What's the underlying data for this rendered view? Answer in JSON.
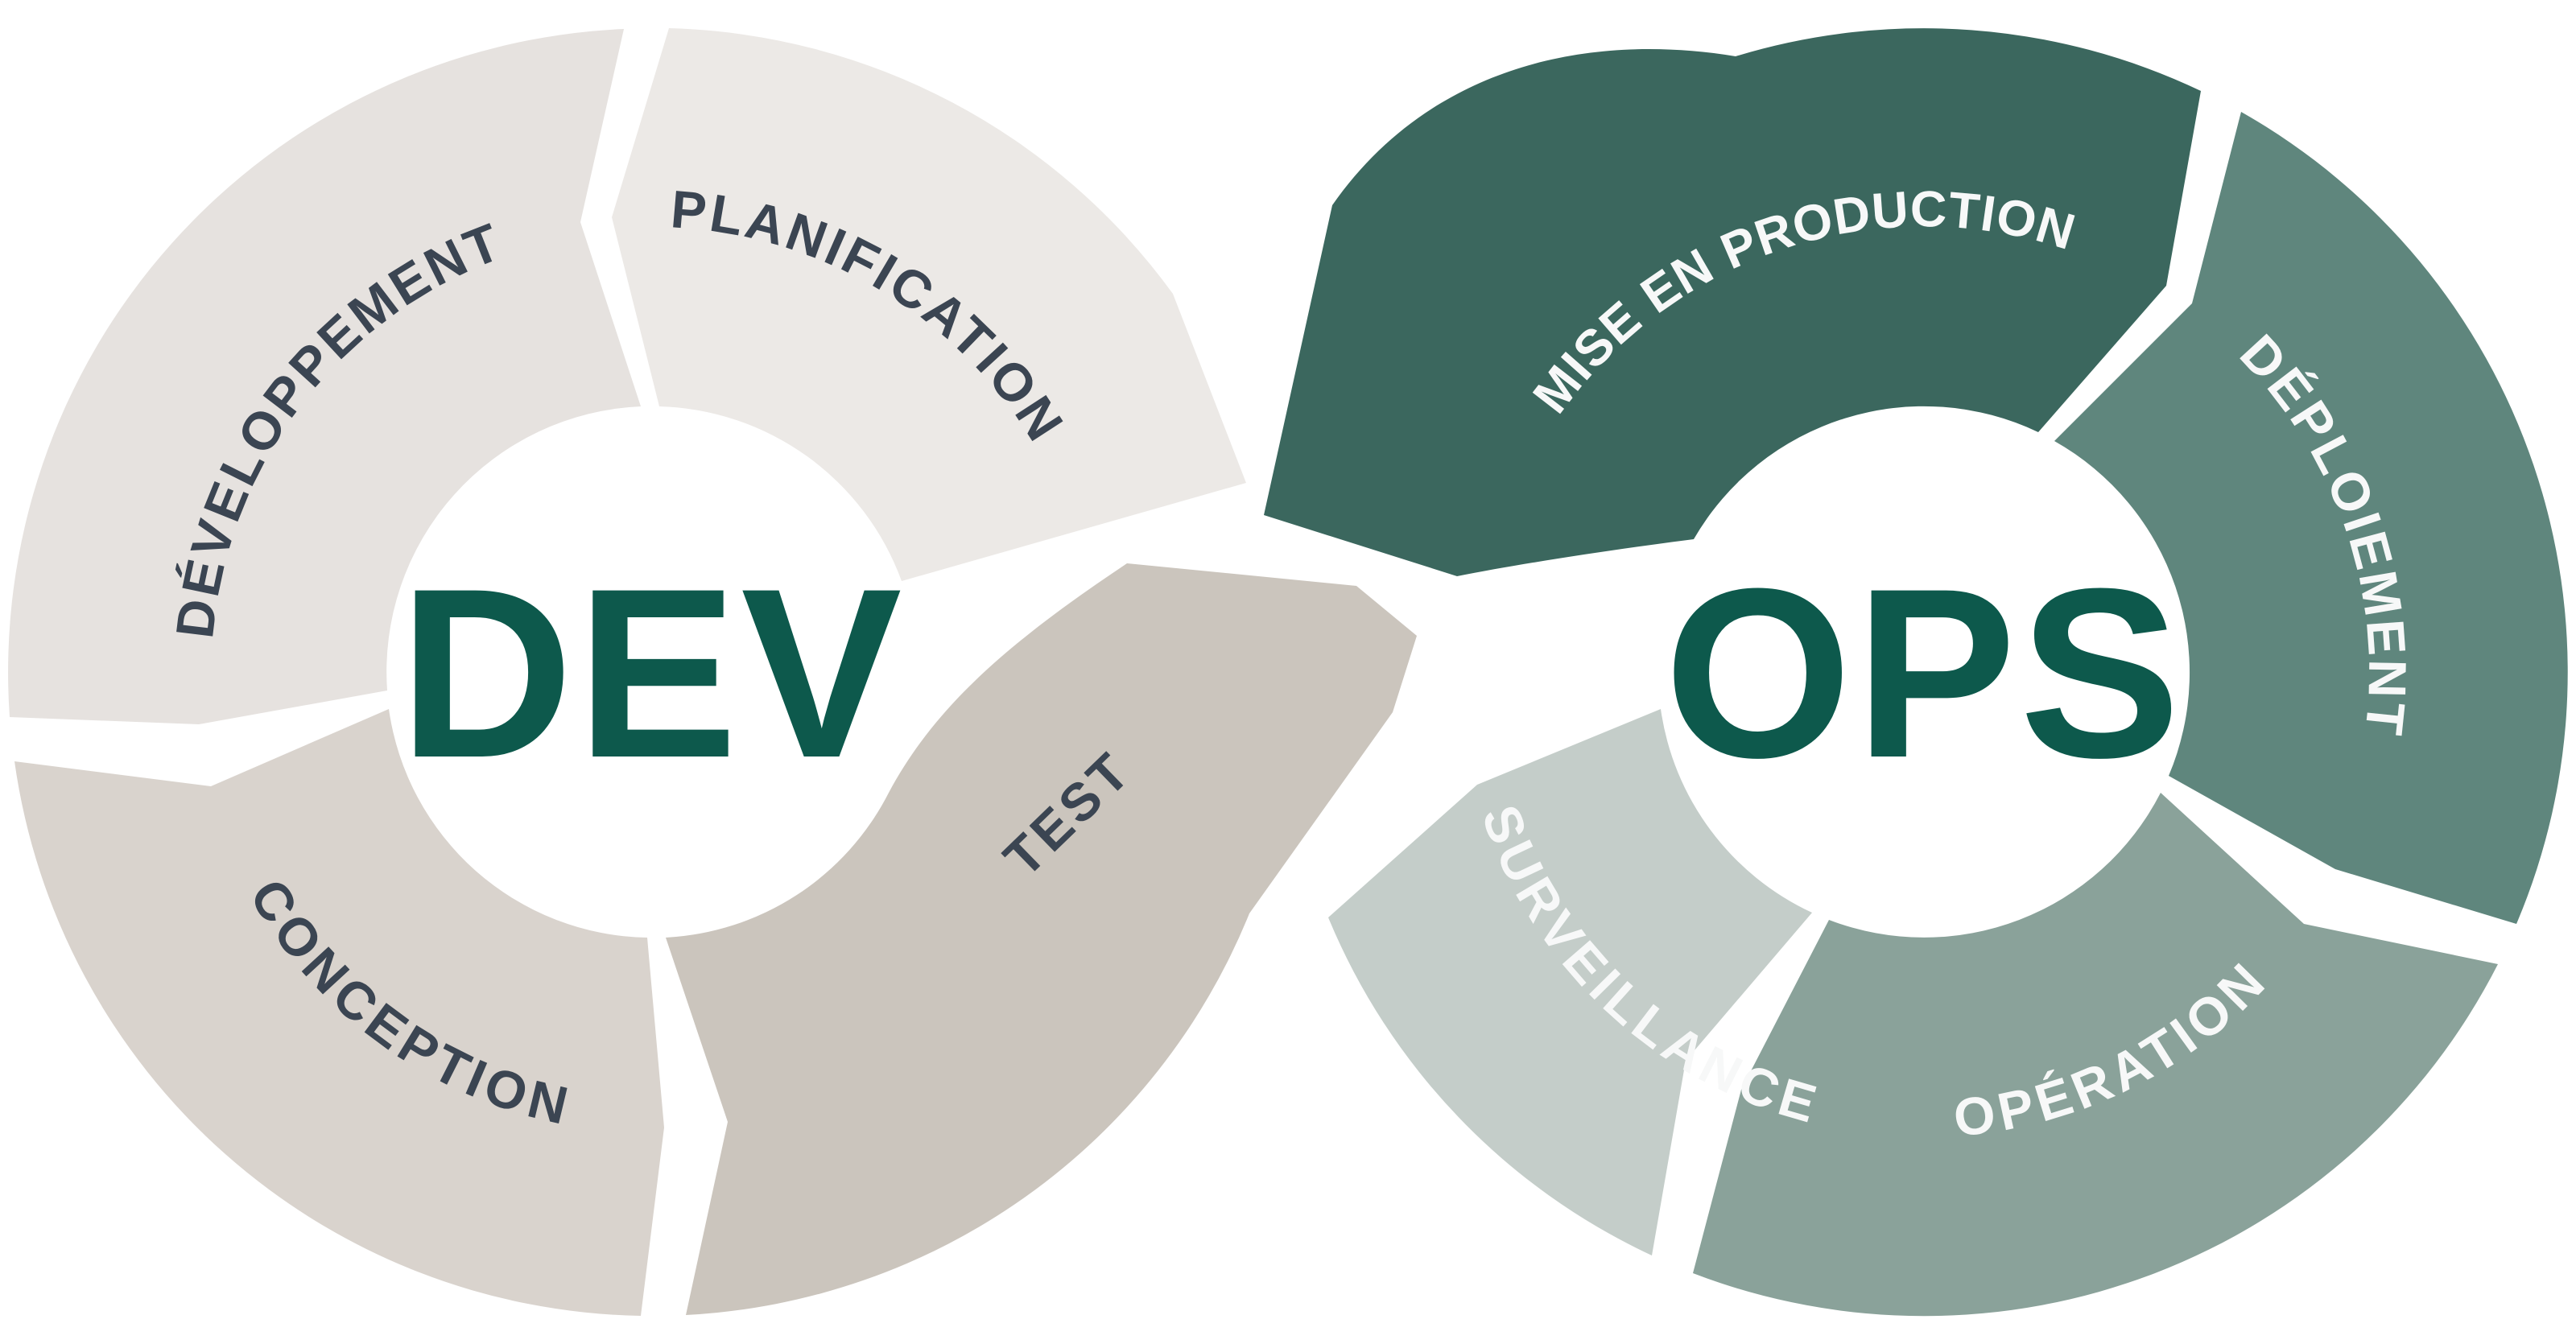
{
  "diagram": {
    "type": "devops-infinity-loop",
    "language": "fr",
    "dev_core": {
      "label": "DEV",
      "color": "#0D594C"
    },
    "ops_core": {
      "label": "OPS",
      "color": "#0D594C"
    },
    "flow_order": [
      "PLANIFICATION",
      "DÉVELOPPEMENT",
      "CONCEPTION",
      "TEST",
      "MISE EN PRODUCTION",
      "DÉPLOIEMENT",
      "OPÉRATION",
      "SURVEILLANCE"
    ],
    "segments": [
      {
        "id": "planification",
        "label": "PLANIFICATION",
        "loop": "dev",
        "color": "#ECE9E6",
        "text_color": "#3B4552"
      },
      {
        "id": "developpement",
        "label": "DÉVELOPPEMENT",
        "loop": "dev",
        "color": "#E6E2DF",
        "text_color": "#3B4552"
      },
      {
        "id": "conception",
        "label": "CONCEPTION",
        "loop": "dev",
        "color": "#D9D3CD",
        "text_color": "#3B4552"
      },
      {
        "id": "test",
        "label": "TEST",
        "loop": "dev",
        "color": "#CBC5BD",
        "text_color": "#3B4552"
      },
      {
        "id": "mise-en-production",
        "label": "MISE EN PRODUCTION",
        "loop": "ops",
        "color": "#3B675E",
        "text_color": "#F7F8F8"
      },
      {
        "id": "deploiement",
        "label": "DÉPLOIEMENT",
        "loop": "ops",
        "color": "#5F867D",
        "text_color": "#F7F8F8"
      },
      {
        "id": "operation",
        "label": "OPÉRATION",
        "loop": "ops",
        "color": "#8AA29A",
        "text_color": "#F7F8F8"
      },
      {
        "id": "surveillance",
        "label": "SURVEILLANCE",
        "loop": "ops",
        "color": "#C4CDC9",
        "text_color": "#F7F8F8"
      }
    ],
    "background": "#FFFFFF"
  }
}
